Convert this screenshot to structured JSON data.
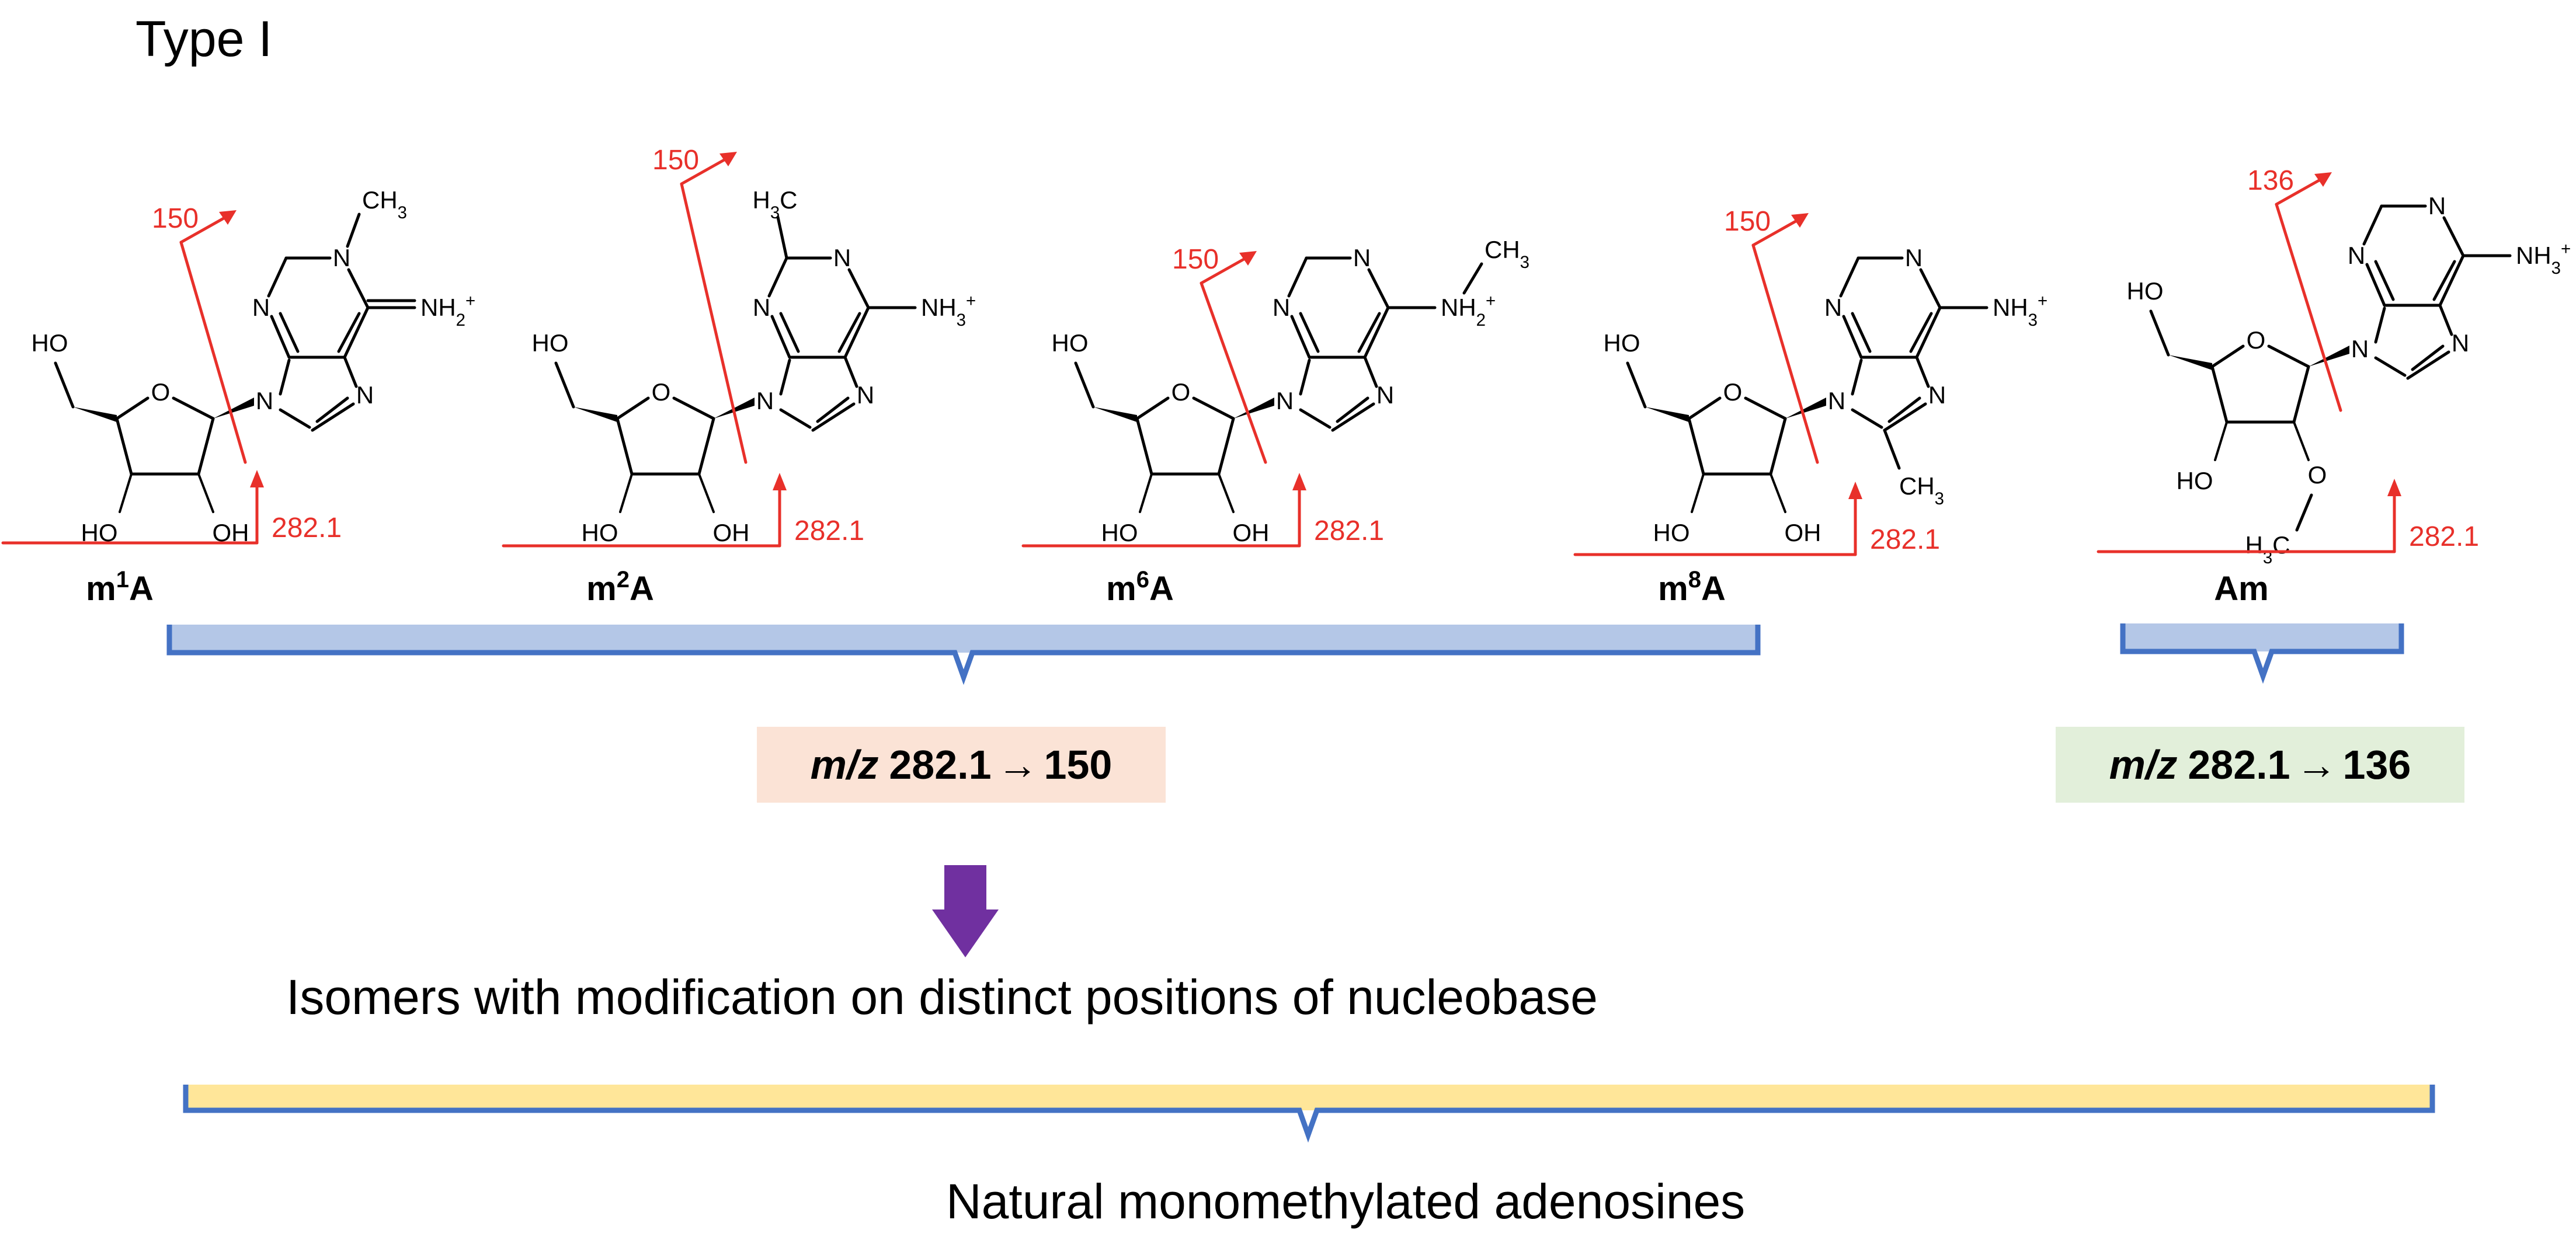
{
  "header": {
    "title": "Type I"
  },
  "molecules": [
    {
      "id": "m1A",
      "name_main": "m",
      "name_sup": "1",
      "name_tail": "A",
      "frag_label": "150",
      "parent_label": "282.1",
      "substituents": {
        "top": "CH",
        "top_sub": "3",
        "side": "NH",
        "side_sub": "2",
        "side_sup": "+"
      }
    },
    {
      "id": "m2A",
      "name_main": "m",
      "name_sup": "2",
      "name_tail": "A",
      "frag_label": "150",
      "parent_label": "282.1",
      "substituents": {
        "top": "H",
        "top_sub": "3",
        "top_tail": "C",
        "side": "NH",
        "side_sub": "3",
        "side_sup": "+"
      }
    },
    {
      "id": "m6A",
      "name_main": "m",
      "name_sup": "6",
      "name_tail": "A",
      "frag_label": "150",
      "parent_label": "282.1",
      "substituents": {
        "top": "CH",
        "top_sub": "3",
        "side": "NH",
        "side_sub": "2",
        "side_sup": "+"
      }
    },
    {
      "id": "m8A",
      "name_main": "m",
      "name_sup": "8",
      "name_tail": "A",
      "frag_label": "150",
      "parent_label": "282.1",
      "substituents": {
        "side": "NH",
        "side_sub": "3",
        "side_sup": "+",
        "bottom": "CH",
        "bottom_sub": "3"
      }
    },
    {
      "id": "Am",
      "name_main": "Am",
      "name_sup": "",
      "name_tail": "",
      "frag_label": "136",
      "parent_label": "282.1",
      "substituents": {
        "side": "NH",
        "side_sub": "3",
        "side_sup": "+",
        "bottom": "H",
        "bottom_sub": "3",
        "bottom_tail": "C"
      }
    }
  ],
  "atom_labels": {
    "HO": "HO",
    "OH": "OH",
    "O": "O",
    "N": "N"
  },
  "transitions": [
    {
      "mz": "m/z",
      "from": "282.1",
      "arrow": "→",
      "to": "150",
      "color": "#fbe3d6"
    },
    {
      "mz": "m/z",
      "from": "282.1",
      "arrow": "→",
      "to": "136",
      "color": "#e2efda"
    }
  ],
  "captions": {
    "isomers": "Isomers with modification on distinct positions of nucleobase",
    "natural": "Natural monomethylated adenosines"
  },
  "colors": {
    "fragment_red": "#e8302a",
    "bracket_fill_blue": "#b4c7e7",
    "bracket_stroke_blue": "#4472c4",
    "bracket_fill_yellow": "#ffe699",
    "down_arrow_purple": "#7030a0"
  }
}
